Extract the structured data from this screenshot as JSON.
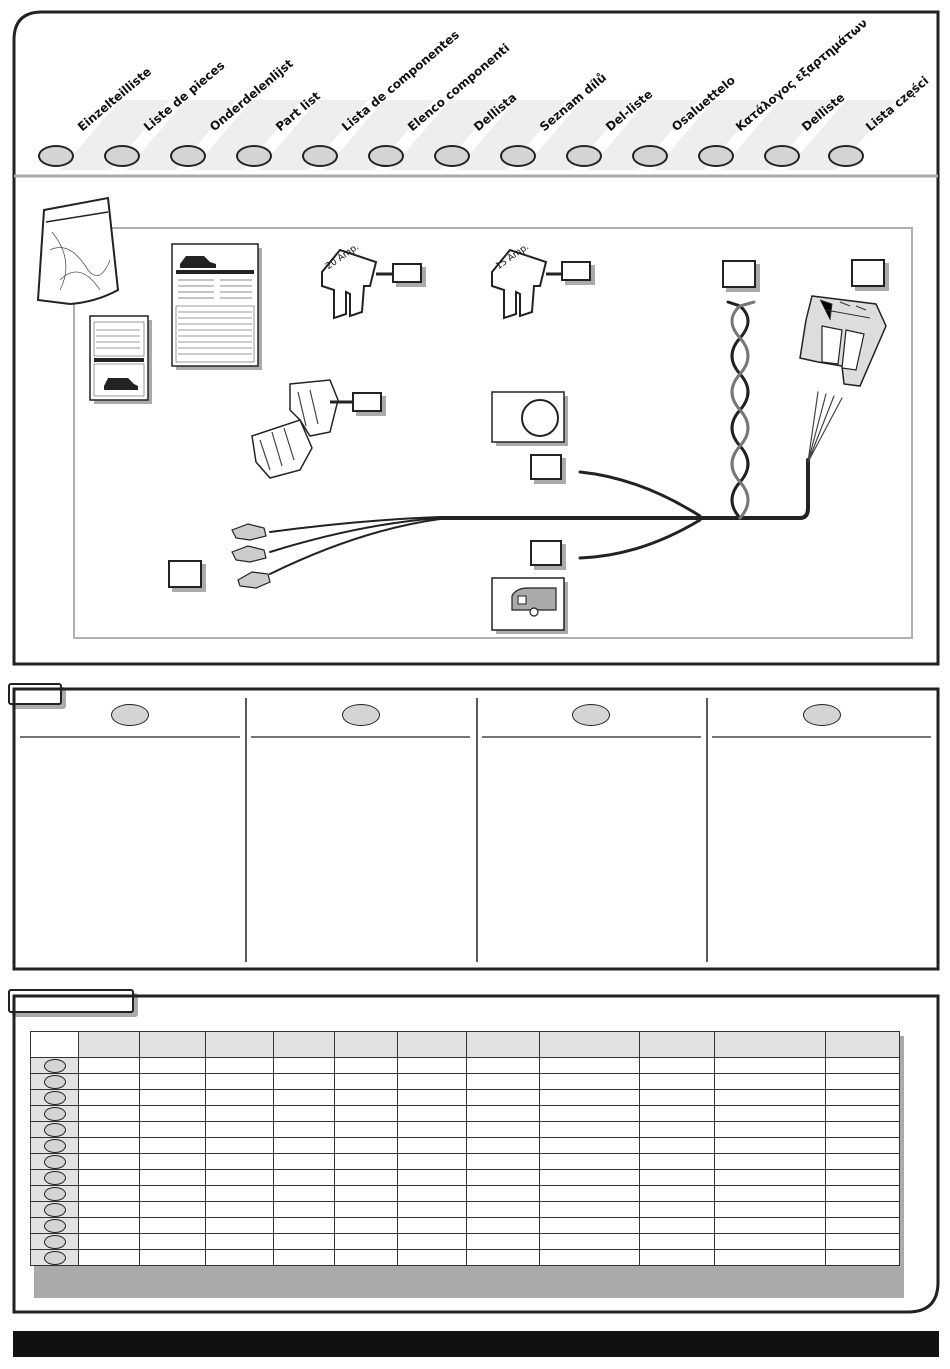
{
  "languages": [
    {
      "label": "Einzelteilliste"
    },
    {
      "label": "Liste de pieces"
    },
    {
      "label": "Onderdelenlijst"
    },
    {
      "label": "Part list"
    },
    {
      "label": "Lista de componentes"
    },
    {
      "label": "Elenco componenti"
    },
    {
      "label": "Dellista"
    },
    {
      "label": "Seznam dílů"
    },
    {
      "label": "Del-liste"
    },
    {
      "label": "Osaluettelo"
    },
    {
      "label": "Κατάλογος εξαρτημάτων"
    },
    {
      "label": "Delliste"
    },
    {
      "label": "Lista części"
    }
  ],
  "parts": {
    "fuse_a": "20 Amp.",
    "fuse_b": "15 Amp."
  },
  "table": {
    "columns": 11,
    "rows": 13
  },
  "colors": {
    "oval_fill": "#d4d4d4",
    "shadow": "#aaaaaa",
    "frame": "#222222"
  }
}
